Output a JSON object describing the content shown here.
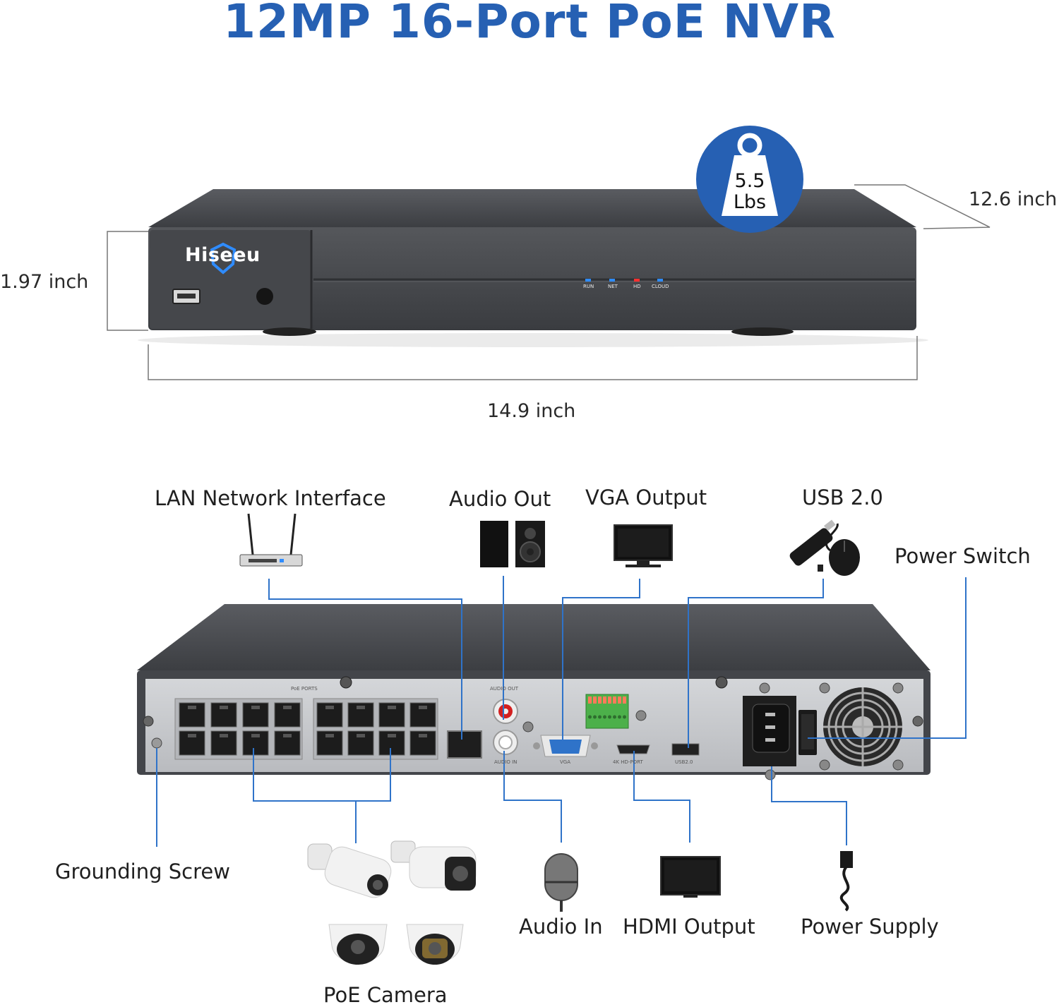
{
  "title": "12MP 16-Port PoE NVR",
  "brand": "Hiseeu",
  "weight": {
    "value": "5.5",
    "unit": "Lbs"
  },
  "dimensions": {
    "height": "1.97 inch",
    "depth": "12.6 inch",
    "width": "14.9 inch"
  },
  "front_leds": [
    "RUN",
    "NET",
    "HD",
    "CLOUD"
  ],
  "rear_panel_text": {
    "poe_ports": "PoE PORTS",
    "audio_out": "AUDIO OUT",
    "audio_in": "AUDIO IN",
    "vga": "VGA",
    "hdmi": "4K HD-PORT",
    "usb": "USB2.0"
  },
  "callouts": {
    "lan": "LAN Network Interface",
    "audio_out": "Audio Out",
    "vga": "VGA Output",
    "usb": "USB 2.0",
    "power_switch": "Power Switch",
    "grounding": "Grounding Screw",
    "poe_camera": "PoE Camera",
    "audio_in": "Audio In",
    "hdmi": "HDMI Output",
    "power_supply": "Power Supply"
  },
  "colors": {
    "title": "#2660b3",
    "badge": "#2660b3",
    "line": "#2f73c9",
    "chassis": "#4a4c50",
    "panel": "#c9cbce",
    "led_blue": "#2f8cff",
    "led_red": "#ff3030"
  },
  "icons": [
    "router-icon",
    "speaker-icon",
    "monitor-icon",
    "usb-drive-icon",
    "mouse-icon",
    "camera-icon",
    "microphone-icon",
    "power-cable-icon",
    "weight-icon"
  ]
}
